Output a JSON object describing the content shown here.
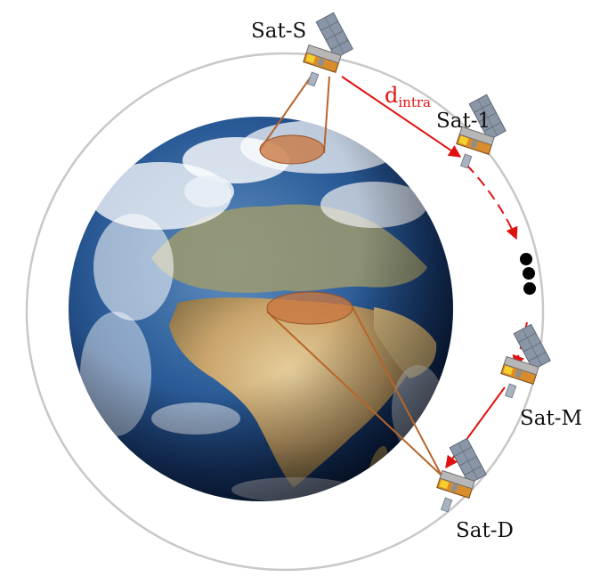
{
  "satellites": {
    "source": "Sat-S",
    "first": "Sat-1",
    "middle": "Sat-M",
    "destination": "Sat-D"
  },
  "link_label": {
    "base": "d",
    "subscript": "intra"
  },
  "colors": {
    "orbit": "#c8c8c8",
    "link": "#e0120f",
    "footprint": "#c9763f",
    "ocean": "#1e4f8e",
    "dots": "#000000"
  }
}
